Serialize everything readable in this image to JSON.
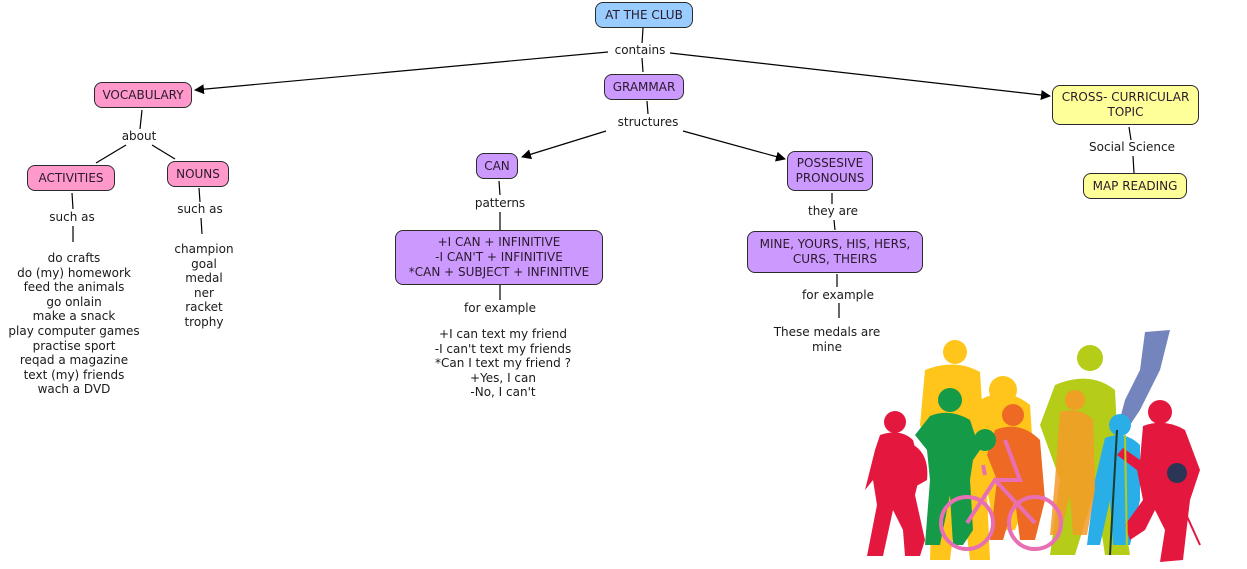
{
  "map_title": "AT THE CLUB",
  "nodes": {
    "root": "AT THE CLUB",
    "vocabulary": "VOCABULARY",
    "grammar": "GRAMMAR",
    "cross": "CROSS- CURRICULAR\nTOPIC",
    "activities": "ACTIVITIES",
    "nouns": "NOUNS",
    "can": "CAN",
    "possessive": "POSSESIVE\nPRONOUNS",
    "can_patterns": "+I CAN + INFINITIVE\n-I CAN'T + INFINITIVE\n*CAN + SUBJECT + INFINITIVE",
    "pronouns_list": "MINE, YOURS, HIS, HERS,\nCURS, THEIRS",
    "map_reading": "MAP READING"
  },
  "links": {
    "contains": "contains",
    "about": "about",
    "structures": "structures",
    "activities_such_as": "such as",
    "nouns_such_as": "such as",
    "patterns": "patterns",
    "they_are": "they are",
    "can_for_example": "for example",
    "pron_for_example": "for example",
    "social_science": "Social Science"
  },
  "lists": {
    "activities": [
      "do crafts",
      "do (my) homework",
      "feed the animals",
      "go onlain",
      "make a snack",
      "play computer games",
      "practise sport",
      "reqad a magazine",
      "text (my) friends",
      "wach a DVD"
    ],
    "nouns": [
      "champion",
      "goal",
      "medal",
      "ner",
      "racket",
      "trophy"
    ],
    "can_examples": [
      "+I can text my friend",
      "-I can't text my friends",
      "*Can I text my friend ?",
      "+Yes, I can",
      "-No, I can't"
    ],
    "pronoun_example": [
      "These medals are",
      "mine"
    ]
  },
  "colors": {
    "root": "#99ccff",
    "vocabulary": "#ff99cc",
    "grammar": "#cc99ff",
    "cross": "#ffff99"
  },
  "illustration": "colorful-people-silhouettes"
}
